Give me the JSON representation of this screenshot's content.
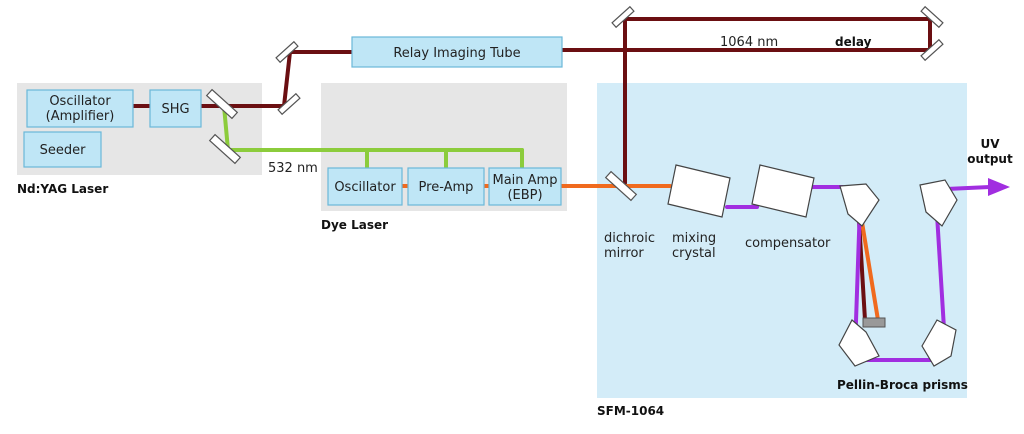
{
  "regions": {
    "ndyag": "Nd:YAG Laser",
    "dye": "Dye Laser",
    "sfm": "SFM-1064"
  },
  "boxes": {
    "oscillator_amp_line1": "Oscillator",
    "oscillator_amp_line2": "(Amplifier)",
    "shg": "SHG",
    "seeder": "Seeder",
    "relay": "Relay Imaging Tube",
    "dye_oscillator": "Oscillator",
    "pre_amp": "Pre-Amp",
    "main_amp_line1": "Main Amp",
    "main_amp_line2": "(EBP)"
  },
  "labels": {
    "nm1064": "1064 nm",
    "delay": "delay",
    "nm532": "532 nm",
    "uv_line1": "UV",
    "uv_line2": "output",
    "dichroic_line1": "dichroic",
    "dichroic_line2": "mirror",
    "mixing_line1": "mixing",
    "mixing_line2": "crystal",
    "compensator": "compensator",
    "pellin": "Pellin-Broca prisms"
  },
  "colors": {
    "beam_1064": "#6b0f12",
    "beam_532": "#8ccc3c",
    "beam_dye": "#f06a1e",
    "beam_uv": "#a12ee0",
    "region_gray": "#e6e6e6",
    "region_blue": "#d3ecf8",
    "box_fill": "#bfe6f6"
  }
}
